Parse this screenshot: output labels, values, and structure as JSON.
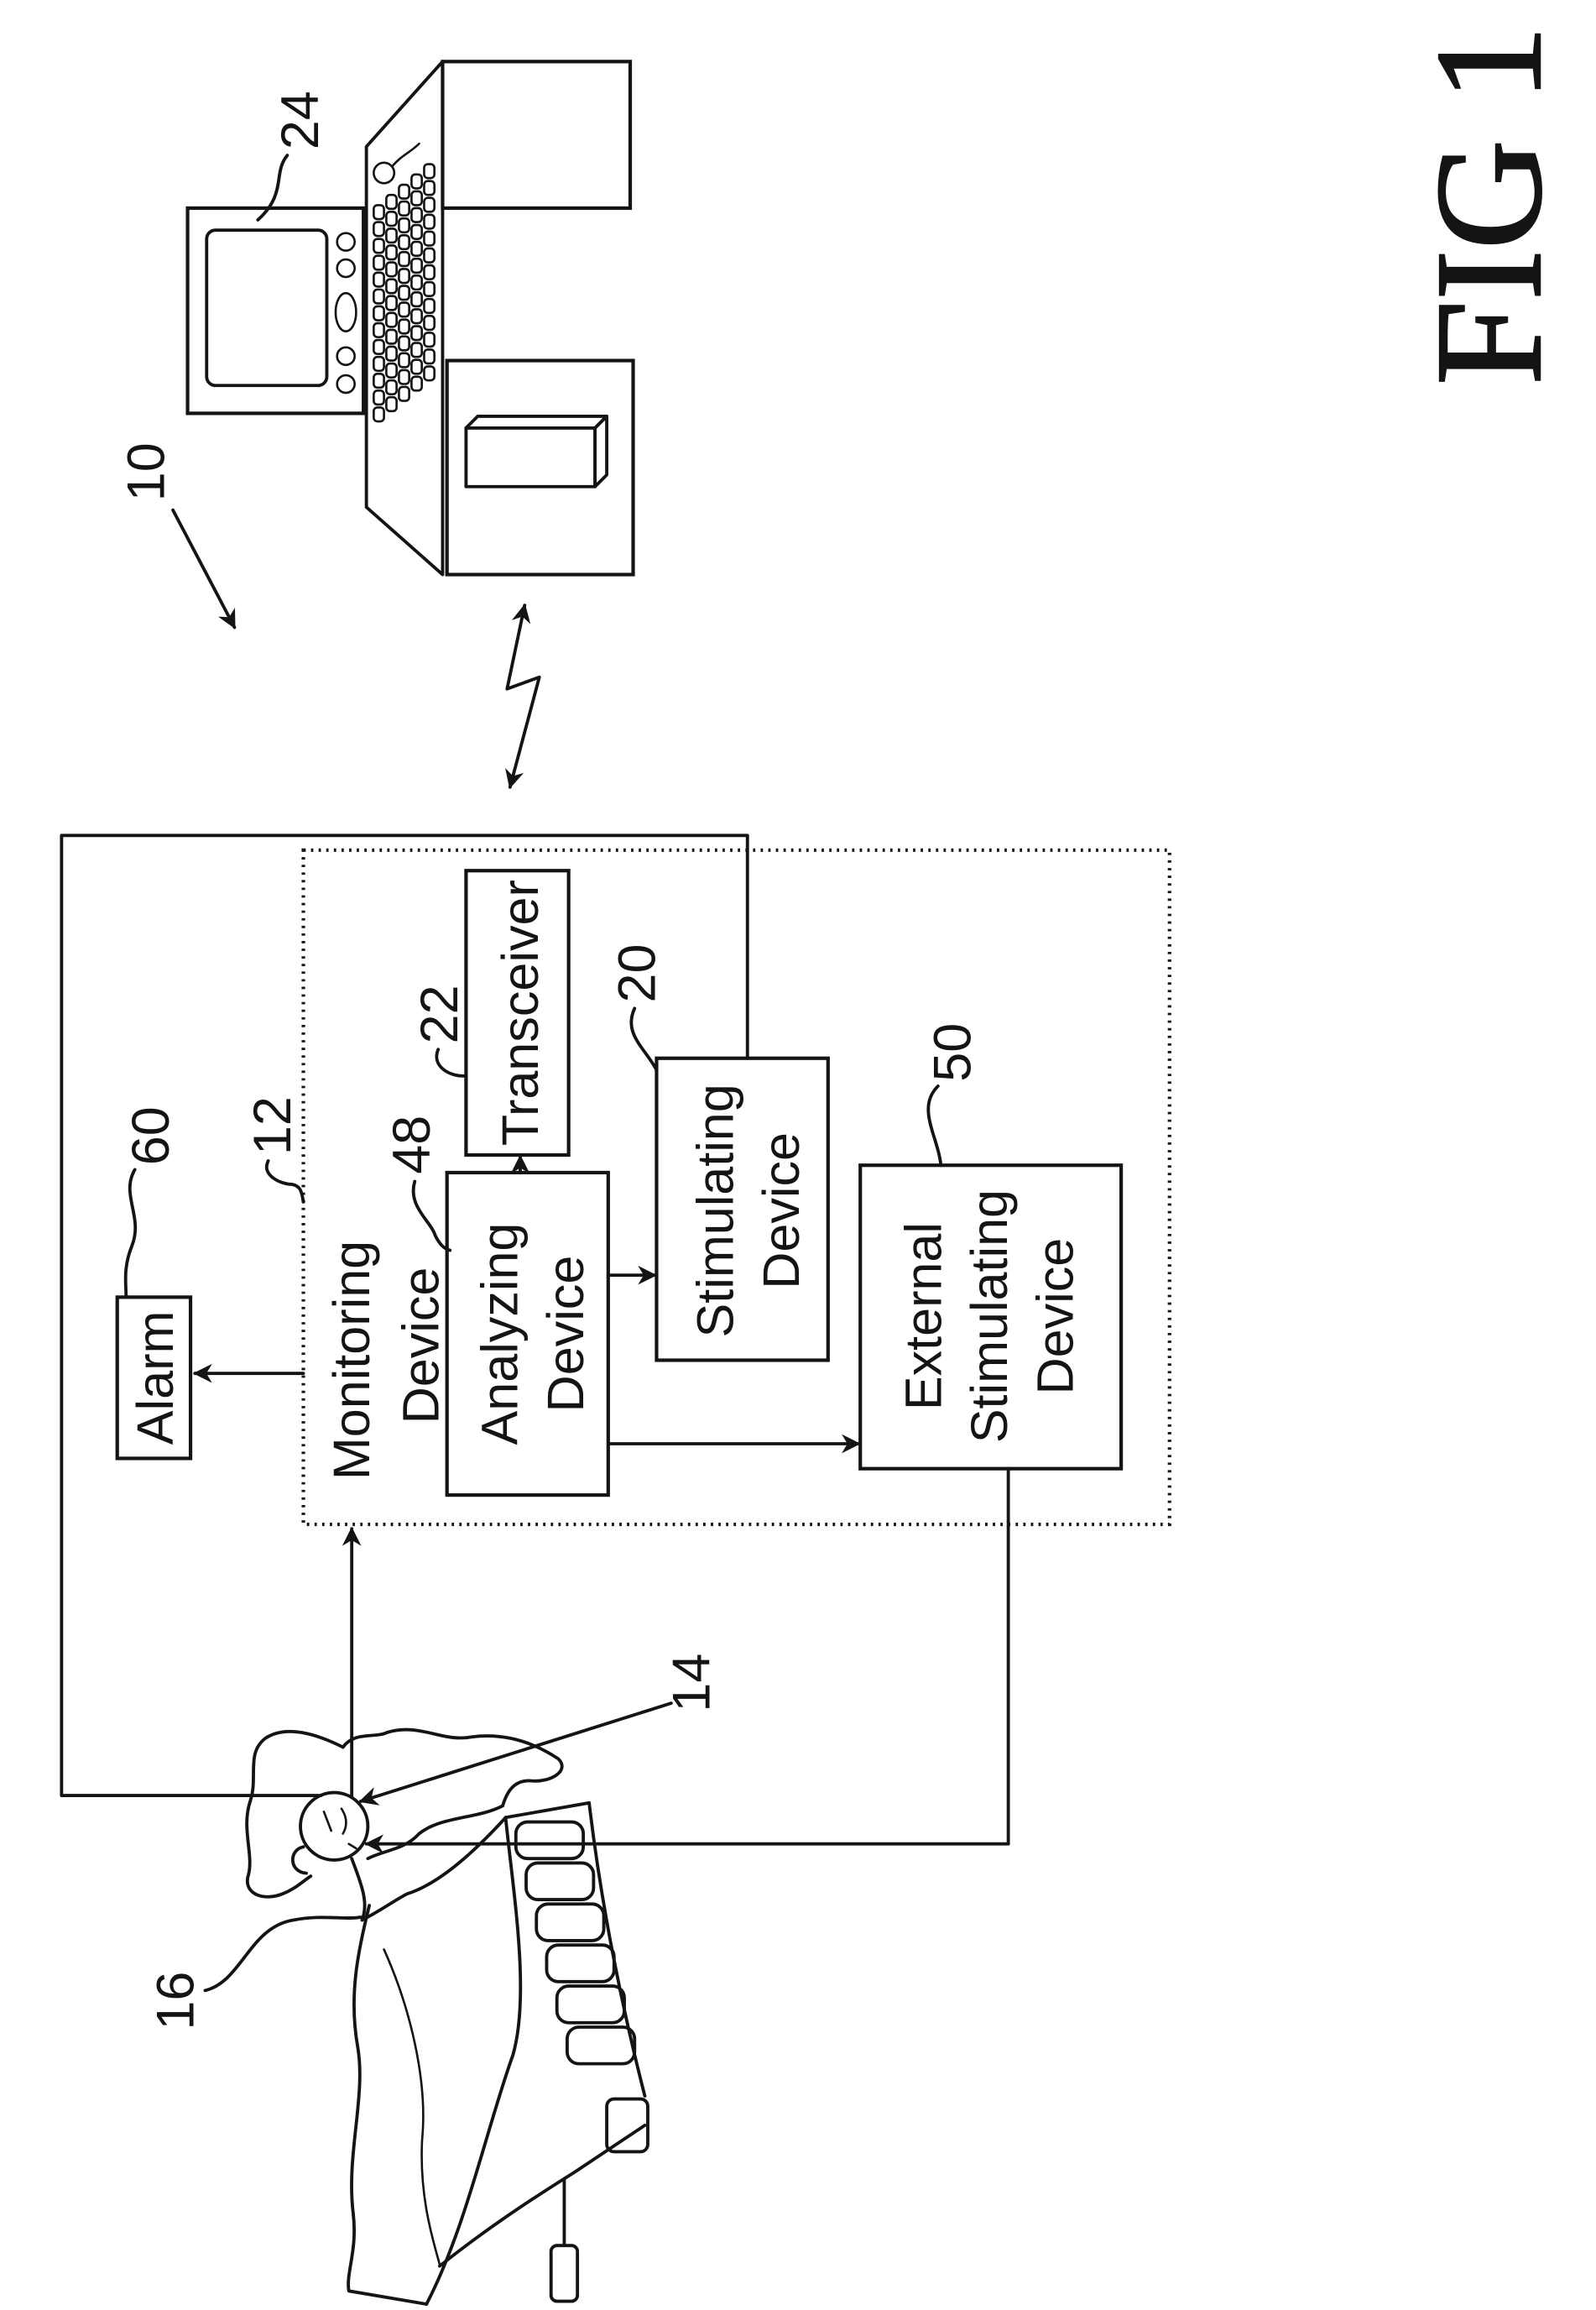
{
  "figure": {
    "label": "FIG 1"
  },
  "colors": {
    "ink": "#141414",
    "paper": "#ffffff"
  },
  "blocks": {
    "alarm": {
      "ref": "60",
      "lines": [
        "Alarm"
      ]
    },
    "monitoring_device": {
      "ref": "12",
      "lines": [
        "Monitoring",
        "Device"
      ]
    },
    "analyzing_device": {
      "ref": "48",
      "lines": [
        "Analyzing",
        "Device"
      ]
    },
    "transceiver": {
      "ref": "22",
      "lines": [
        "Transceiver"
      ]
    },
    "stimulating_device": {
      "ref": "20",
      "lines": [
        "Stimulating",
        "Device"
      ]
    },
    "external_stimulating_device": {
      "ref": "50",
      "lines": [
        "External",
        "Stimulating",
        "Device"
      ]
    }
  },
  "references": {
    "system": "10",
    "computer": "24",
    "sensor": "14",
    "patient": "16"
  }
}
